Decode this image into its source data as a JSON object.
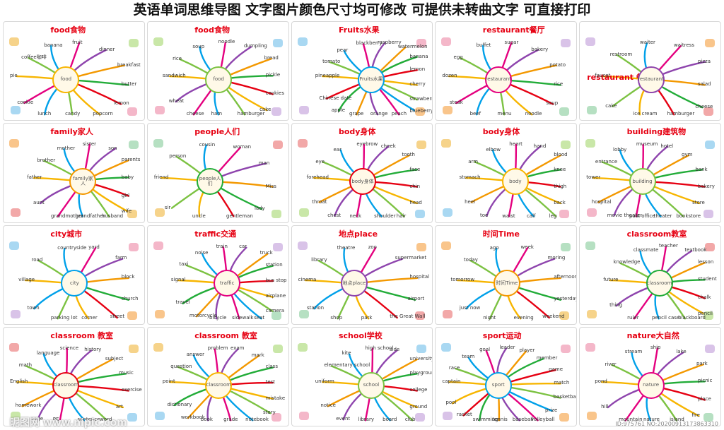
{
  "banner": {
    "title": "英语单词思维导图 文字图片颜色尺寸均可修改 可提供未转曲文字 可直接打印"
  },
  "footer": {
    "watermark": "昵图网 www.nipic.com",
    "id_text": "ID:975761 NO:20200913173863310"
  },
  "colors": {
    "title_red": "#e60012",
    "hub_fill": "#fff9e8"
  },
  "tiles": [
    {
      "title": "food食物",
      "hub": "food",
      "words": [
        "pie",
        "coffee咖啡",
        "banana",
        "fruit",
        "dinner",
        "breakfast",
        "butter",
        "lemon",
        "popcorn",
        "candy",
        "lunch",
        "cookie"
      ]
    },
    {
      "title": "food食物",
      "hub": "food",
      "words": [
        "sandwich",
        "rice",
        "soup",
        "noodle",
        "dumpling",
        "bread",
        "pickle",
        "cookies",
        "cake",
        "hamburger",
        "ham",
        "cheese",
        "wheat"
      ]
    },
    {
      "title": "Fruits水果",
      "hub": "Fruits水果",
      "words": [
        "pineapple",
        "tomato",
        "pear",
        "blackberry",
        "raspberry",
        "watermelon",
        "banana",
        "lemon",
        "cherry",
        "strawberry",
        "blueberry",
        "peach",
        "orange",
        "grape",
        "apple",
        "Chinese date"
      ]
    },
    {
      "title": "restaurant餐厅",
      "hub": "restaurant",
      "words": [
        "dozen",
        "egg",
        "buffet",
        "sugar",
        "bakery",
        "potato",
        "rice",
        "soup",
        "noodle",
        "menu",
        "beef",
        "steak"
      ]
    },
    {
      "title": "restaurant 餐厅",
      "hub": "restaurant",
      "words": [
        "faucet",
        "restroom",
        "waiter",
        "waitress",
        "pizza",
        "salad",
        "cheese",
        "hamburger",
        "ice cream",
        "cake"
      ]
    },
    {
      "title": "family家人",
      "hub": "family家人",
      "words": [
        "father",
        "brother",
        "mother",
        "sister",
        "son",
        "parents",
        "baby",
        "girl",
        "wife",
        "husband",
        "grandfather",
        "grandmother",
        "aunt"
      ]
    },
    {
      "title": "people人们",
      "hub": "people人们",
      "words": [
        "friend",
        "person",
        "cousin",
        "woman",
        "man",
        "Miss",
        "lady",
        "gentleman",
        "uncle",
        "sir"
      ]
    },
    {
      "title": "body身体",
      "hub": "body身体",
      "words": [
        "forehead",
        "eye",
        "ear",
        "eyebrow",
        "cheek",
        "tooth",
        "face",
        "chin",
        "head",
        "hair",
        "shoulder",
        "neck",
        "chest",
        "throat"
      ]
    },
    {
      "title": "body身体",
      "hub": "body",
      "words": [
        "stomach",
        "arm",
        "elbow",
        "heart",
        "hand",
        "blood",
        "knee",
        "thigh",
        "back",
        "leg",
        "calf",
        "waist",
        "toe",
        "heel"
      ]
    },
    {
      "title": "building建筑物",
      "hub": "building",
      "words": [
        "tower",
        "entrance",
        "lobby",
        "museum",
        "hotel",
        "gym",
        "bank",
        "bakery",
        "store",
        "bookstore",
        "theater",
        "post office",
        "movie theater",
        "hospital"
      ]
    },
    {
      "title": "city城市",
      "hub": "city",
      "words": [
        "village",
        "road",
        "countryside",
        "yard",
        "farm",
        "block",
        "church",
        "street",
        "corner",
        "parking lot",
        "town"
      ]
    },
    {
      "title": "traffic交通",
      "hub": "traffic",
      "words": [
        "signal",
        "taxi",
        "noise",
        "train",
        "car",
        "truck",
        "station",
        "bus stop",
        "airplane",
        "camera",
        "seat",
        "sidewalk",
        "bicycle",
        "motorcycle",
        "travel"
      ]
    },
    {
      "title": "地点place",
      "hub": "地点place",
      "words": [
        "cinema",
        "library",
        "theatre",
        "zoo",
        "supermarket",
        "hospital",
        "airport",
        "the Great Wall",
        "park",
        "shop",
        "station"
      ]
    },
    {
      "title": "时间Time",
      "hub": "时间Time",
      "words": [
        "tomorrow",
        "today",
        "ago",
        "week",
        "moring",
        "afternoon",
        "yesterday",
        "weekend",
        "evening",
        "night",
        "just now"
      ]
    },
    {
      "title": "classroom教室",
      "hub": "classroom",
      "words": [
        "future",
        "knowledge",
        "classmate",
        "teacher",
        "textbook",
        "lesson",
        "student",
        "chalk",
        "pencil",
        "blackboard",
        "pencil case",
        "ruler",
        "thing"
      ]
    },
    {
      "title": "classroom 教室",
      "hub": "classroom",
      "words": [
        "English",
        "math",
        "language",
        "science",
        "history",
        "subject",
        "music",
        "exercise",
        "art",
        "word",
        "sentence",
        "PE",
        "page",
        "homework"
      ]
    },
    {
      "title": "classroom 教室",
      "hub": "classroom",
      "words": [
        "point",
        "question",
        "answer",
        "problem",
        "exam",
        "mark",
        "class",
        "test",
        "mistake",
        "story",
        "notebook",
        "grade",
        "book",
        "workbook",
        "dictionary"
      ]
    },
    {
      "title": "school学校",
      "hub": "school",
      "words": [
        "uniform",
        "elementary school",
        "kite",
        "high school",
        "side",
        "university",
        "playground",
        "college",
        "ground",
        "club",
        "board",
        "library",
        "event",
        "notice"
      ]
    },
    {
      "title": "sport运动",
      "hub": "sport",
      "words": [
        "captain",
        "race",
        "team",
        "goal",
        "leader",
        "player",
        "member",
        "game",
        "match",
        "basketball",
        "prize",
        "volleyball",
        "baseball",
        "tennis",
        "swimming",
        "racket",
        "pool"
      ]
    },
    {
      "title": "nature大自然",
      "hub": "nature",
      "words": [
        "pond",
        "river",
        "stream",
        "ship",
        "lake",
        "park",
        "picnic",
        "place",
        "fire",
        "island",
        "nature",
        "mountain",
        "hill"
      ]
    }
  ]
}
